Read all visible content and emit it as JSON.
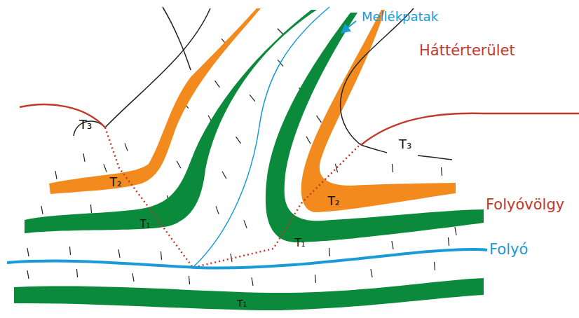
{
  "diagram": {
    "labels": [
      "Mellékpatak",
      "Háttérterület",
      "Folyóvölgy",
      "Folyó",
      "T₃",
      "T₃",
      "T₂",
      "T₂",
      "T₁",
      "T₁",
      "T₁"
    ]
  }
}
